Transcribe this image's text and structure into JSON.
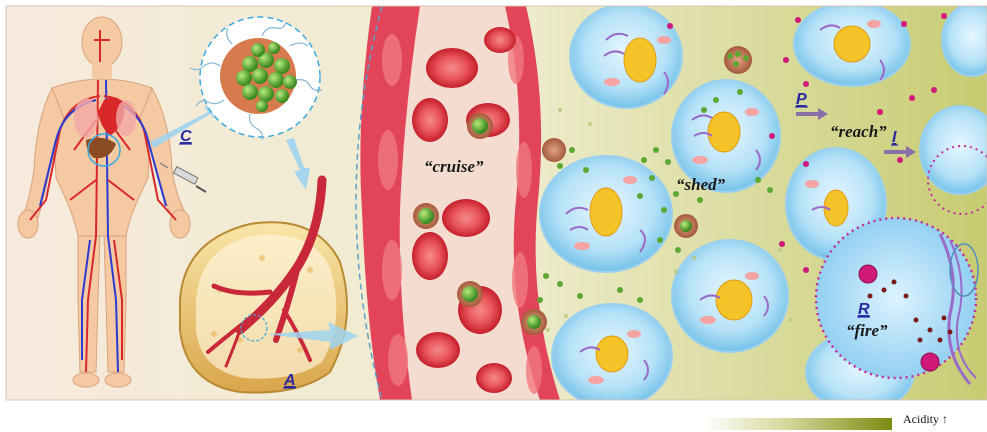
{
  "labels": {
    "circulation": "C",
    "accumulation": "A",
    "penetration": "P",
    "internalization": "I",
    "release": "R"
  },
  "stages": {
    "cruise": "“cruise”",
    "shed": "“shed”",
    "reach": "“reach”",
    "fire": "“fire”"
  },
  "legend": {
    "acidity": "Acidity",
    "arrow": "↑"
  },
  "colors": {
    "artery": "#d8282a",
    "vein": "#2b3bd0",
    "tumor_cell": "#8fd3f4",
    "nucleus": "#f4c328",
    "drug": "#d01a7a",
    "nanoparticle": "#5aa832",
    "label_blue": "#2a2aa0"
  }
}
